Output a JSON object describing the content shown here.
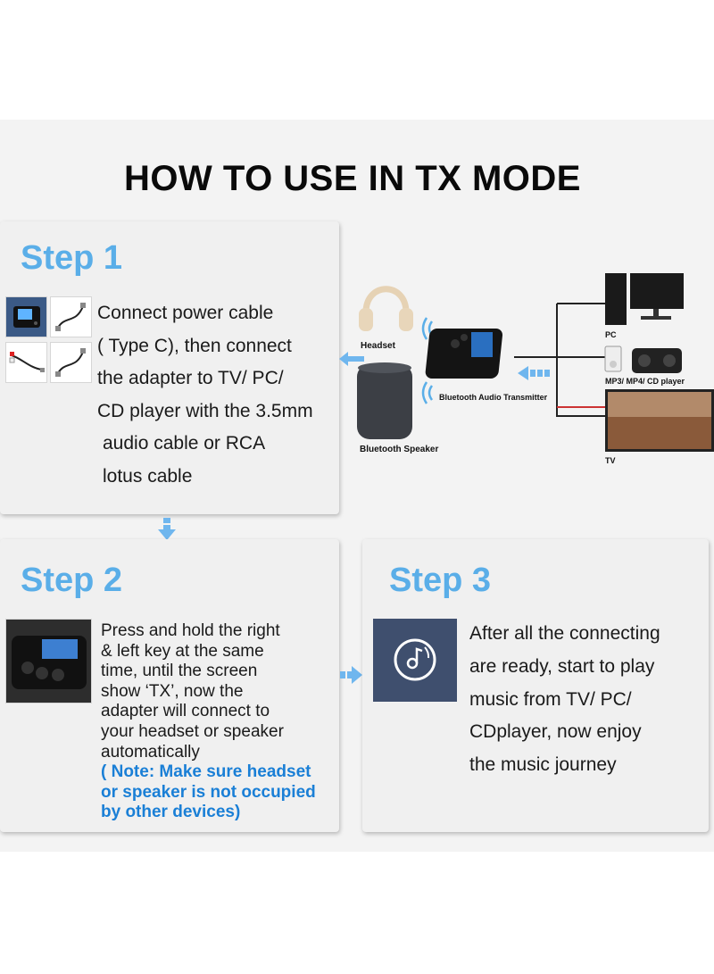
{
  "title": "HOW TO USE IN TX MODE",
  "step1": {
    "heading": "Step 1",
    "lines": [
      "Connect power cable",
      "( Type C), then connect",
      "the adapter to TV/ PC/",
      "CD player with the  3.5mm",
      "audio cable or RCA",
      "lotus cable"
    ],
    "diagram": {
      "headset": "Headset",
      "speaker": "Bluetooth Speaker",
      "transmitter": "Bluetooth Audio Transmitter",
      "pc": "PC",
      "mp3": "MP3/ MP4/ CD player",
      "tv": "TV"
    }
  },
  "step2": {
    "heading": "Step 2",
    "lines": [
      "Press and hold the right",
      " & left key at the same",
      "time, until the screen",
      "show ‘TX’, now the",
      "adapter will connect to",
      "your headset or speaker",
      "automatically"
    ],
    "note_lines": [
      "( Note: Make sure headset",
      "or speaker is not occupied",
      "by other devices)"
    ]
  },
  "step3": {
    "heading": "Step 3",
    "lines": [
      "After all the connecting",
      "are ready, start to play",
      "music from TV/ PC/",
      "CDplayer, now enjoy",
      "the music journey"
    ]
  },
  "colors": {
    "accent": "#5aaee8",
    "note": "#1a7fd6",
    "arrow": "#6fb6ee"
  },
  "icons": [
    "device-thumbnail",
    "cable-icon",
    "headphones-icon",
    "speaker-icon",
    "transmitter-icon",
    "monitor-icon",
    "music-disc-icon",
    "arrow-down-icon",
    "arrow-right-icon",
    "arrow-left-icon"
  ]
}
